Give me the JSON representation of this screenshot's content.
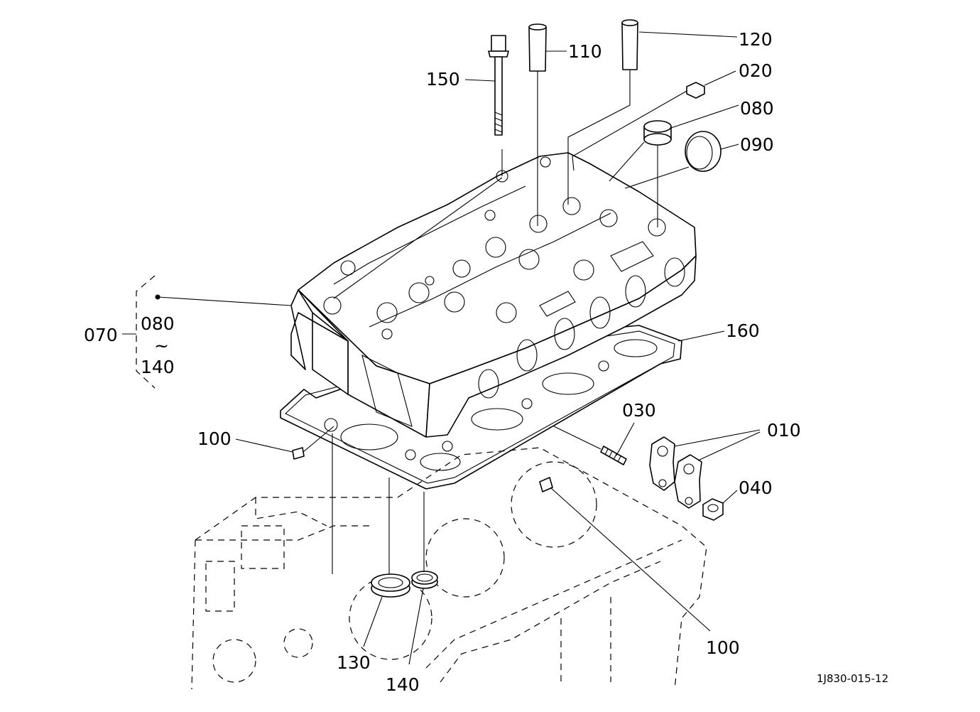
{
  "callouts": [
    {
      "id": "c150",
      "text": "150"
    },
    {
      "id": "c110",
      "text": "110"
    },
    {
      "id": "c120",
      "text": "120"
    },
    {
      "id": "c020",
      "text": "020"
    },
    {
      "id": "c080",
      "text": "080"
    },
    {
      "id": "c090",
      "text": "090"
    },
    {
      "id": "c160",
      "text": "160"
    },
    {
      "id": "c030",
      "text": "030"
    },
    {
      "id": "c010",
      "text": "010"
    },
    {
      "id": "c040",
      "text": "040"
    },
    {
      "id": "c100a",
      "text": "100"
    },
    {
      "id": "c100b",
      "text": "100"
    },
    {
      "id": "c130",
      "text": "130"
    },
    {
      "id": "c140",
      "text": "140"
    }
  ],
  "bracket": {
    "left": "070",
    "top": "080",
    "tilde": "~",
    "bottom": "140"
  },
  "drawing_code": "1J830-015-12"
}
